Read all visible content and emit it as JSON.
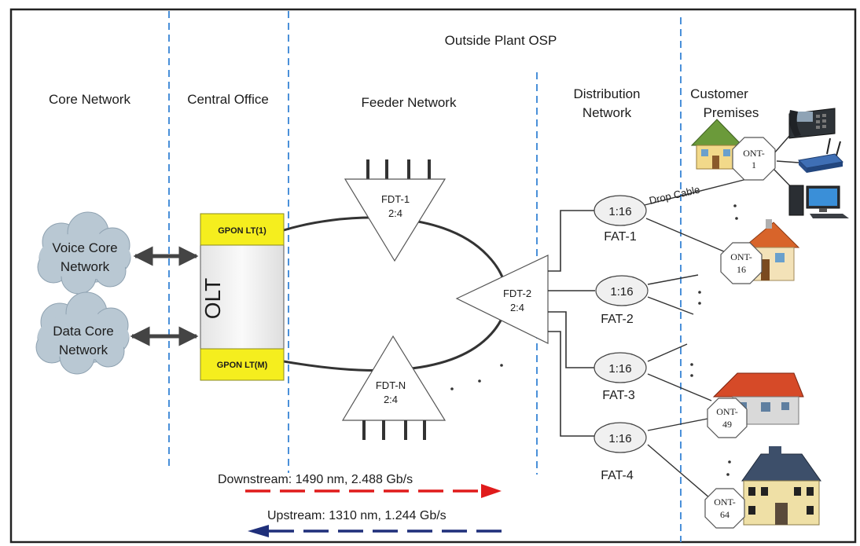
{
  "zones": {
    "osp": "Outside Plant OSP",
    "core": "Core Network",
    "central_office": "Central Office",
    "feeder": "Feeder Network",
    "distribution": [
      "Distribution",
      "Network"
    ],
    "customer": [
      "Customer",
      "Premises"
    ]
  },
  "core_clouds": {
    "voice": [
      "Voice Core",
      "Network"
    ],
    "data": [
      "Data Core",
      "Network"
    ]
  },
  "olt": {
    "label": "OLT",
    "gpon_top": "GPON LT(1)",
    "gpon_bottom": "GPON LT(M)"
  },
  "fdts": [
    {
      "name": "FDT-1",
      "ratio": "2:4"
    },
    {
      "name": "FDT-N",
      "ratio": "2:4"
    },
    {
      "name": "FDT-2",
      "ratio": "2:4"
    }
  ],
  "fats": [
    {
      "ratio": "1:16",
      "name": "FAT-1"
    },
    {
      "ratio": "1:16",
      "name": "FAT-2"
    },
    {
      "ratio": "1:16",
      "name": "FAT-3"
    },
    {
      "ratio": "1:16",
      "name": "FAT-4"
    }
  ],
  "onts": [
    {
      "lines": [
        "ONT-",
        "1"
      ]
    },
    {
      "lines": [
        "ONT-",
        "16"
      ]
    },
    {
      "lines": [
        "ONT-",
        "49"
      ]
    },
    {
      "lines": [
        "ONT-",
        "64"
      ]
    }
  ],
  "drop_cable": "Drop Cable",
  "downstream": "Downstream: 1490 nm, 2.488 Gb/s",
  "upstream": "Upstream: 1310 nm, 1.244 Gb/s",
  "colors": {
    "zone_divider": "#4a90d9",
    "gpon_fill": "#f5ee1e",
    "cloud_fill": "#b9c8d3",
    "downstream": "#e01b1b",
    "upstream": "#1f2f7a"
  }
}
